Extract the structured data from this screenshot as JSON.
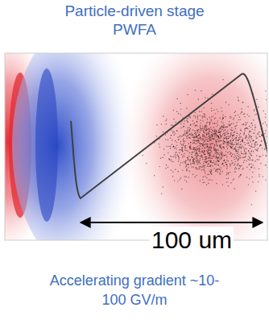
{
  "diagram": {
    "title": "Particle-driven stage PWFA",
    "caption": "Accelerating gradient ~10-100 GV/m",
    "labels": [
      "100 um"
    ]
  }
}
